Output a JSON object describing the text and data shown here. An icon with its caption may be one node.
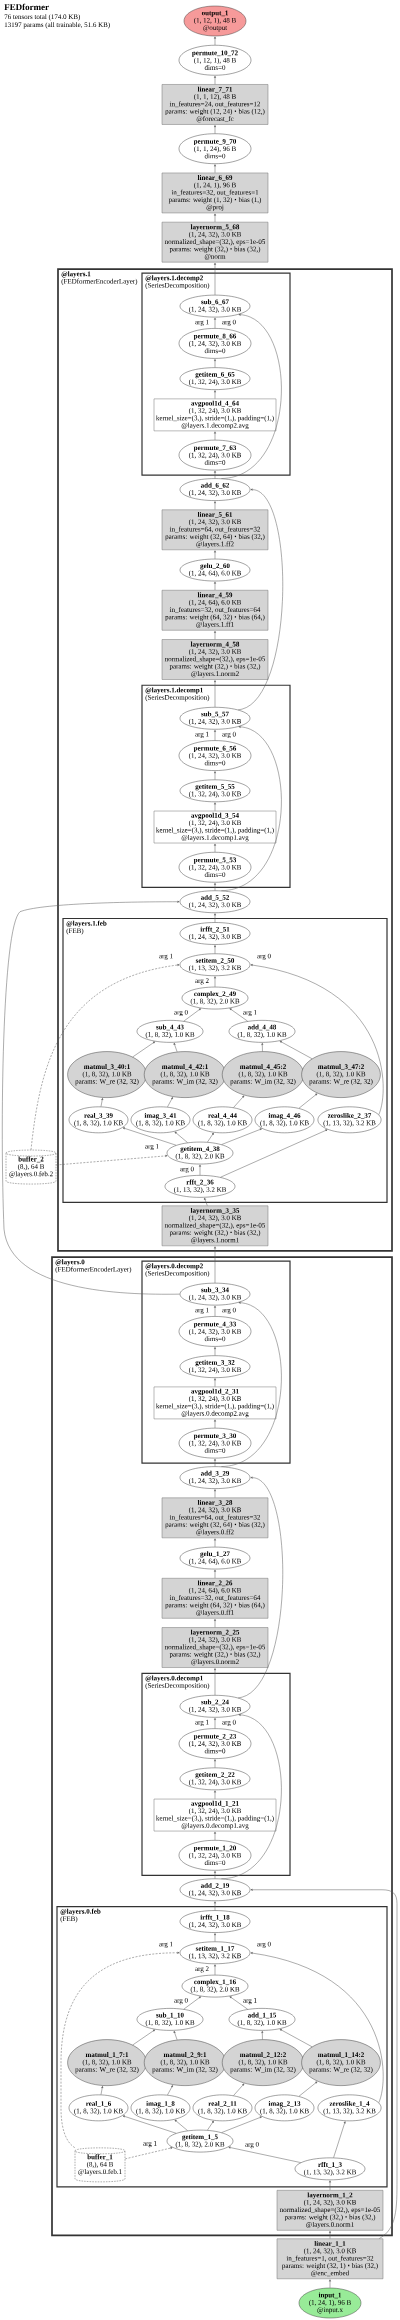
{
  "diagram": {
    "title": "FEDformer",
    "labels": [
      "76 tensors total (174.0 KB)",
      "13197 params (all trainable, 51.6 KB)"
    ],
    "nodes": [
      {
        "text": [
          "output_1",
          "(1, 12, 1), 48 B",
          "@output"
        ]
      },
      {
        "text": [
          "permute_10_72",
          "(1, 12, 1), 48 B",
          "dims=0"
        ]
      },
      {
        "text": [
          "linear_7_71",
          "(1, 1, 12), 48 B",
          "in_features=24, out_features=12",
          "params: weight (12, 24) · bias (12,)",
          "@forecast_fc"
        ]
      },
      {
        "text": [
          "permute_9_70",
          "(1, 1, 24), 96 B",
          "dims=0"
        ]
      },
      {
        "text": [
          "linear_6_69",
          "(1, 24, 1), 96 B",
          "in_features=32, out_features=1",
          "params: weight (1, 32) · bias (1,)",
          "@proj"
        ]
      },
      {
        "text": [
          "layernorm_5_68",
          "(1, 24, 32), 3.0 KB",
          "normalized_shape=(32,), eps=1e-05",
          "params: weight (32,) · bias (32,)",
          "@norm"
        ]
      },
      {
        "text": [
          "@layers.1",
          "(FEDformerEncoderLayer)"
        ]
      },
      {
        "text": [
          "@layers.1.decomp2",
          "(SeriesDecomposition)"
        ],
        "in": 6
      },
      {
        "text": [
          "sub_6_67",
          "(1, 24, 32), 3.0 KB"
        ],
        "in": 7
      },
      {
        "text": [
          "permute_8_66",
          "(1, 24, 32), 3.0 KB",
          "dims=0"
        ],
        "in": 7
      },
      {
        "text": [
          "getitem_6_65",
          "(1, 32, 24), 3.0 KB"
        ],
        "in": 7
      },
      {
        "text": [
          "avgpool1d_4_64",
          "(1, 32, 24), 3.0 KB",
          "kernel_size=(3,), stride=(1,), padding=(1,)",
          "@layers.1.decomp2.avg"
        ],
        "in": 7
      },
      {
        "text": [
          "permute_7_63",
          "(1, 32, 24), 3.0 KB",
          "dims=0"
        ],
        "in": 7
      },
      {
        "text": [
          "add_6_62",
          "(1, 24, 32), 3.0 KB"
        ],
        "in": 6
      },
      {
        "text": [
          "linear_5_61",
          "(1, 24, 32), 3.0 KB",
          "in_features=64, out_features=32",
          "params: weight (32, 64) · bias (32,)",
          "@layers.1.ff2"
        ],
        "in": 6
      },
      {
        "text": [
          "gelu_2_60",
          "(1, 24, 64), 6.0 KB"
        ],
        "in": 6
      },
      {
        "text": [
          "linear_4_59",
          "(1, 24, 64), 6.0 KB",
          "in_features=32, out_features=64",
          "params: weight (64, 32) · bias (64,)",
          "@layers.1.ff1"
        ],
        "in": 6
      },
      {
        "text": [
          "layernorm_4_58",
          "(1, 24, 32), 3.0 KB",
          "normalized_shape=(32,), eps=1e-05",
          "params: weight (32,) · bias (32,)",
          "@layers.1.norm2"
        ],
        "in": 6
      },
      {
        "text": [
          "@layers.1.decomp1",
          "(SeriesDecomposition)"
        ],
        "in": 6
      },
      {
        "text": [
          "sub_5_57",
          "(1, 24, 32), 3.0 KB"
        ],
        "in": 18
      },
      {
        "text": [
          "permute_6_56",
          "(1, 24, 32), 3.0 KB",
          "dims=0"
        ],
        "in": 18
      },
      {
        "text": [
          "getitem_5_55",
          "(1, 32, 24), 3.0 KB"
        ],
        "in": 18
      },
      {
        "text": [
          "avgpool1d_3_54",
          "(1, 32, 24), 3.0 KB",
          "kernel_size=(3,), stride=(1,), padding=(1,)",
          "@layers.1.decomp1.avg"
        ],
        "in": 18
      },
      {
        "text": [
          "permute_5_53",
          "(1, 32, 24), 3.0 KB",
          "dims=0"
        ],
        "in": 18
      },
      {
        "text": [
          "add_5_52",
          "(1, 24, 32), 3.0 KB"
        ],
        "in": 6
      },
      {
        "text": [
          "@layers.1.feb",
          "(FEB)"
        ],
        "in": 6
      },
      {
        "text": [
          "irfft_2_51",
          "(1, 24, 32), 3.0 KB"
        ],
        "in": 25
      },
      {
        "text": [
          "setitem_2_50",
          "(1, 13, 32), 3.2 KB"
        ],
        "in": 25
      },
      {
        "text": [
          "complex_2_49",
          "(1, 8, 32), 2.0 KB"
        ],
        "in": 25
      },
      {
        "text": [
          "sub_4_43",
          "(1, 8, 32), 1.0 KB"
        ],
        "in": 25
      },
      {
        "text": [
          "add_4_48",
          "(1, 8, 32), 1.0 KB"
        ],
        "in": 25
      },
      {
        "text": [
          "matmul_3_40:1",
          "(1, 8, 32), 1.0 KB",
          "params: W_re (32, 32)"
        ],
        "in": 25
      },
      {
        "text": [
          "matmul_4_42:1",
          "(1, 8, 32), 1.0 KB",
          "params: W_im (32, 32)"
        ],
        "in": 25
      },
      {
        "text": [
          "matmul_4_45:2",
          "(1, 8, 32), 1.0 KB",
          "params: W_im (32, 32)"
        ],
        "in": 25
      },
      {
        "text": [
          "matmul_3_47:2",
          "(1, 8, 32), 1.0 KB",
          "params: W_re (32, 32)"
        ],
        "in": 25
      },
      {
        "text": [
          "real_3_39",
          "(1, 8, 32), 1.0 KB"
        ],
        "in": 25
      },
      {
        "text": [
          "imag_3_41",
          "(1, 8, 32), 1.0 KB"
        ],
        "in": 25
      },
      {
        "text": [
          "real_4_44",
          "(1, 8, 32), 1.0 KB"
        ],
        "in": 25
      },
      {
        "text": [
          "imag_4_46",
          "(1, 8, 32), 1.0 KB"
        ],
        "in": 25
      },
      {
        "text": [
          "zeroslike_2_37",
          "(1, 13, 32), 3.2 KB"
        ],
        "in": 25
      },
      {
        "text": [
          "getitem_4_38",
          "(1, 8, 32), 2.0 KB"
        ],
        "in": 25
      },
      {
        "text": [
          "rfft_2_36",
          "(1, 13, 32), 3.2 KB"
        ],
        "in": 25
      },
      {
        "text": [
          "buffer_2",
          "(8,), 64 B",
          "@layers.0.feb.2"
        ]
      },
      {
        "text": [
          "layernorm_3_35",
          "(1, 24, 32), 3.0 KB",
          "normalized_shape=(32,), eps=1e-05",
          "params: weight (32,) · bias (32,)",
          "@layers.1.norm1"
        ],
        "in": 6
      },
      {
        "text": [
          "@layers.0",
          "(FEDformerEncoderLayer)"
        ]
      },
      {
        "text": [
          "@layers.0.decomp2",
          "(SeriesDecomposition)"
        ],
        "in": 44
      },
      {
        "text": [
          "sub_3_34",
          "(1, 24, 32), 3.0 KB"
        ],
        "in": 45
      },
      {
        "text": [
          "permute_4_33",
          "(1, 24, 32), 3.0 KB",
          "dims=0"
        ],
        "in": 45
      },
      {
        "text": [
          "getitem_3_32",
          "(1, 32, 24), 3.0 KB"
        ],
        "in": 45
      },
      {
        "text": [
          "avgpool1d_2_31",
          "(1, 32, 24), 3.0 KB",
          "kernel_size=(3,), stride=(1,), padding=(1,)",
          "@layers.0.decomp2.avg"
        ],
        "in": 45
      },
      {
        "text": [
          "permute_3_30",
          "(1, 32, 24), 3.0 KB",
          "dims=0"
        ],
        "in": 45
      },
      {
        "text": [
          "add_3_29",
          "(1, 24, 32), 3.0 KB"
        ],
        "in": 44
      },
      {
        "text": [
          "linear_3_28",
          "(1, 24, 32), 3.0 KB",
          "in_features=64, out_features=32",
          "params: weight (32, 64) · bias (32,)",
          "@layers.0.ff2"
        ],
        "in": 44
      },
      {
        "text": [
          "gelu_1_27",
          "(1, 24, 64), 6.0 KB"
        ],
        "in": 44
      },
      {
        "text": [
          "linear_2_26",
          "(1, 24, 64), 6.0 KB",
          "in_features=32, out_features=64",
          "params: weight (64, 32) · bias (64,)",
          "@layers.0.ff1"
        ],
        "in": 44
      },
      {
        "text": [
          "layernorm_2_25",
          "(1, 24, 32), 3.0 KB",
          "normalized_shape=(32,), eps=1e-05",
          "params: weight (32,) · bias (32,)",
          "@layers.0.norm2"
        ],
        "in": 44
      },
      {
        "text": [
          "@layers.0.decomp1",
          "(SeriesDecomposition)"
        ],
        "in": 44
      },
      {
        "text": [
          "sub_2_24",
          "(1, 24, 32), 3.0 KB"
        ],
        "in": 56
      },
      {
        "text": [
          "permute_2_23",
          "(1, 24, 32), 3.0 KB",
          "dims=0"
        ],
        "in": 56
      },
      {
        "text": [
          "getitem_2_22",
          "(1, 32, 24), 3.0 KB"
        ],
        "in": 56
      },
      {
        "text": [
          "avgpool1d_1_21",
          "(1, 32, 24), 3.0 KB",
          "kernel_size=(3,), stride=(1,), padding=(1,)",
          "@layers.0.decomp1.avg"
        ],
        "in": 56
      },
      {
        "text": [
          "permute_1_20",
          "(1, 32, 24), 3.0 KB",
          "dims=0"
        ],
        "in": 56
      },
      {
        "text": [
          "add_2_19",
          "(1, 24, 32), 3.0 KB"
        ],
        "in": 44
      },
      {
        "text": [
          "@layers.0.feb",
          "(FEB)"
        ],
        "in": 44
      },
      {
        "text": [
          "irfft_1_18",
          "(1, 24, 32), 3.0 KB"
        ],
        "in": 63
      },
      {
        "text": [
          "setitem_1_17",
          "(1, 13, 32), 3.2 KB"
        ],
        "in": 63
      },
      {
        "text": [
          "complex_1_16",
          "(1, 8, 32), 2.0 KB"
        ],
        "in": 63
      },
      {
        "text": [
          "sub_1_10",
          "(1, 8, 32), 1.0 KB"
        ],
        "in": 63
      },
      {
        "text": [
          "add_1_15",
          "(1, 8, 32), 1.0 KB"
        ],
        "in": 63
      },
      {
        "text": [
          "matmul_1_7:1",
          "(1, 8, 32), 1.0 KB",
          "params: W_re (32, 32)"
        ],
        "in": 63
      },
      {
        "text": [
          "matmul_2_9:1",
          "(1, 8, 32), 1.0 KB",
          "params: W_im (32, 32)"
        ],
        "in": 63
      },
      {
        "text": [
          "matmul_2_12:2",
          "(1, 8, 32), 1.0 KB",
          "params: W_im (32, 32)"
        ],
        "in": 63
      },
      {
        "text": [
          "matmul_1_14:2",
          "(1, 8, 32), 1.0 KB",
          "params: W_re (32, 32)"
        ],
        "in": 63
      },
      {
        "text": [
          "real_1_6",
          "(1, 8, 32), 1.0 KB"
        ],
        "in": 63
      },
      {
        "text": [
          "imag_1_8",
          "(1, 8, 32), 1.0 KB"
        ],
        "in": 63
      },
      {
        "text": [
          "real_2_11",
          "(1, 8, 32), 1.0 KB"
        ],
        "in": 63
      },
      {
        "text": [
          "imag_2_13",
          "(1, 8, 32), 1.0 KB"
        ],
        "in": 63
      },
      {
        "text": [
          "zeroslike_1_4",
          "(1, 13, 32), 3.2 KB"
        ],
        "in": 63
      },
      {
        "text": [
          "getitem_1_5",
          "(1, 8, 32), 2.0 KB"
        ],
        "in": 63
      },
      {
        "text": [
          "buffer_1",
          "(8,), 64 B",
          "@layers.0.feb.1"
        ],
        "in": 63
      },
      {
        "text": [
          "rfft_1_3",
          "(1, 13, 32), 3.2 KB"
        ],
        "in": 63
      },
      {
        "text": [
          "layernorm_1_2",
          "(1, 24, 32), 3.0 KB",
          "normalized_shape=(32,), eps=1e-05",
          "params: weight (32,) · bias (32,)",
          "@layers.0.norm1"
        ],
        "in": 44
      },
      {
        "text": [
          "linear_1_1",
          "(1, 24, 32), 3.0 KB",
          "in_features=1, out_features=32",
          "params: weight (32, 1) · bias (32,)",
          "@enc_embed"
        ]
      },
      {
        "text": [
          "input_1",
          "(1, 24, 1), 96 B",
          "@input.x"
        ]
      }
    ],
    "edges": [
      {
        "from": 83,
        "to": 82,
        "arrow": "to"
      },
      {
        "from": 82,
        "to": 81,
        "arrow": "to"
      },
      {
        "from": 82,
        "to": 62,
        "arrow": "to"
      },
      {
        "from": 81,
        "to": 80,
        "arrow": "to"
      },
      {
        "from": 80,
        "to": 77,
        "arrow": "to"
      },
      {
        "from": 80,
        "to": 78,
        "arrow": "to",
        "label": "arg 0"
      },
      {
        "from": 79,
        "to": 78,
        "arrow": "to",
        "label": "arg 1",
        "style": "dashed"
      },
      {
        "from": 79,
        "to": 65,
        "arrow": "to",
        "label": "arg 1",
        "style": "dashed"
      },
      {
        "from": 78,
        "to": 73,
        "arrow": "to"
      },
      {
        "from": 78,
        "to": 74,
        "arrow": "to"
      },
      {
        "from": 78,
        "to": 75,
        "arrow": "to"
      },
      {
        "from": 78,
        "to": 76,
        "arrow": "to"
      },
      {
        "from": 73,
        "to": 69,
        "arrow": "to"
      },
      {
        "from": 74,
        "to": 70,
        "arrow": "to"
      },
      {
        "from": 75,
        "to": 71,
        "arrow": "to"
      },
      {
        "from": 76,
        "to": 72,
        "arrow": "to"
      },
      {
        "from": 69,
        "to": 67,
        "arrow": "to"
      },
      {
        "from": 70,
        "to": 67,
        "arrow": "to"
      },
      {
        "from": 71,
        "to": 68,
        "arrow": "to"
      },
      {
        "from": 72,
        "to": 68,
        "arrow": "to"
      },
      {
        "from": 67,
        "to": 66,
        "arrow": "to",
        "label": "arg 0"
      },
      {
        "from": 68,
        "to": 66,
        "arrow": "to",
        "label": "arg 1"
      },
      {
        "from": 66,
        "to": 65,
        "arrow": "to",
        "label": "arg 2"
      },
      {
        "from": 77,
        "to": 65,
        "arrow": "to",
        "label": "arg 0"
      },
      {
        "from": 65,
        "to": 64,
        "arrow": "to"
      },
      {
        "from": 64,
        "to": 62,
        "arrow": "to"
      },
      {
        "from": 62,
        "to": 61,
        "arrow": "to"
      },
      {
        "from": 62,
        "to": 57,
        "arrow": "to",
        "label": "arg 0"
      },
      {
        "from": 61,
        "to": 60,
        "arrow": "to"
      },
      {
        "from": 60,
        "to": 59,
        "arrow": "to"
      },
      {
        "from": 59,
        "to": 58,
        "arrow": "to"
      },
      {
        "from": 58,
        "to": 57,
        "arrow": "to",
        "label": "arg 1"
      },
      {
        "from": 57,
        "to": 55,
        "arrow": "to"
      },
      {
        "from": 57,
        "to": 51,
        "arrow": "to"
      },
      {
        "from": 55,
        "to": 54,
        "arrow": "to"
      },
      {
        "from": 54,
        "to": 53,
        "arrow": "to"
      },
      {
        "from": 53,
        "to": 52,
        "arrow": "to"
      },
      {
        "from": 52,
        "to": 51,
        "arrow": "to"
      },
      {
        "from": 51,
        "to": 50,
        "arrow": "to"
      },
      {
        "from": 51,
        "to": 46,
        "arrow": "to",
        "label": "arg 0"
      },
      {
        "from": 50,
        "to": 49,
        "arrow": "to"
      },
      {
        "from": 49,
        "to": 48,
        "arrow": "to"
      },
      {
        "from": 48,
        "to": 47,
        "arrow": "to"
      },
      {
        "from": 47,
        "to": 46,
        "arrow": "to",
        "label": "arg 1"
      },
      {
        "from": 46,
        "to": 43,
        "arrow": "to"
      },
      {
        "from": 46,
        "to": 24,
        "arrow": "to"
      },
      {
        "from": 43,
        "to": 41,
        "arrow": "to"
      },
      {
        "from": 41,
        "to": 40,
        "arrow": "to",
        "label": "arg 0"
      },
      {
        "from": 41,
        "to": 39,
        "arrow": "to"
      },
      {
        "from": 42,
        "to": 40,
        "arrow": "to",
        "label": "arg 1",
        "style": "dashed"
      },
      {
        "from": 42,
        "to": 27,
        "arrow": "to",
        "label": "arg 1",
        "style": "dashed"
      },
      {
        "from": 40,
        "to": 35,
        "arrow": "to"
      },
      {
        "from": 40,
        "to": 36,
        "arrow": "to"
      },
      {
        "from": 40,
        "to": 37,
        "arrow": "to"
      },
      {
        "from": 40,
        "to": 38,
        "arrow": "to"
      },
      {
        "from": 35,
        "to": 31,
        "arrow": "to"
      },
      {
        "from": 36,
        "to": 32,
        "arrow": "to"
      },
      {
        "from": 37,
        "to": 33,
        "arrow": "to"
      },
      {
        "from": 38,
        "to": 34,
        "arrow": "to"
      },
      {
        "from": 31,
        "to": 29,
        "arrow": "to"
      },
      {
        "from": 32,
        "to": 29,
        "arrow": "to"
      },
      {
        "from": 33,
        "to": 30,
        "arrow": "to"
      },
      {
        "from": 34,
        "to": 30,
        "arrow": "to"
      },
      {
        "from": 29,
        "to": 28,
        "arrow": "to",
        "label": "arg 0"
      },
      {
        "from": 30,
        "to": 28,
        "arrow": "to",
        "label": "arg 1"
      },
      {
        "from": 28,
        "to": 27,
        "arrow": "to",
        "label": "arg 2"
      },
      {
        "from": 39,
        "to": 27,
        "arrow": "to",
        "label": "arg 0"
      },
      {
        "from": 27,
        "to": 26,
        "arrow": "to"
      },
      {
        "from": 26,
        "to": 24,
        "arrow": "to"
      },
      {
        "from": 24,
        "to": 23,
        "arrow": "to"
      },
      {
        "from": 24,
        "to": 19,
        "arrow": "to",
        "label": "arg 0"
      },
      {
        "from": 23,
        "to": 22,
        "arrow": "to"
      },
      {
        "from": 22,
        "to": 21,
        "arrow": "to"
      },
      {
        "from": 21,
        "to": 20,
        "arrow": "to"
      },
      {
        "from": 20,
        "to": 19,
        "arrow": "to",
        "label": "arg 1"
      },
      {
        "from": 19,
        "to": 17,
        "arrow": "to"
      },
      {
        "from": 19,
        "to": 13,
        "arrow": "to"
      },
      {
        "from": 17,
        "to": 16,
        "arrow": "to"
      },
      {
        "from": 16,
        "to": 15,
        "arrow": "to"
      },
      {
        "from": 15,
        "to": 14,
        "arrow": "to"
      },
      {
        "from": 14,
        "to": 13,
        "arrow": "to"
      },
      {
        "from": 13,
        "to": 12,
        "arrow": "to"
      },
      {
        "from": 13,
        "to": 8,
        "arrow": "to",
        "label": "arg 0"
      },
      {
        "from": 12,
        "to": 11,
        "arrow": "to"
      },
      {
        "from": 11,
        "to": 10,
        "arrow": "to"
      },
      {
        "from": 10,
        "to": 9,
        "arrow": "to"
      },
      {
        "from": 9,
        "to": 8,
        "arrow": "to",
        "label": "arg 1"
      },
      {
        "from": 8,
        "to": 5,
        "arrow": "to"
      },
      {
        "from": 5,
        "to": 4,
        "arrow": "to"
      },
      {
        "from": 4,
        "to": 3,
        "arrow": "to"
      },
      {
        "from": 3,
        "to": 2,
        "arrow": "to"
      },
      {
        "from": 2,
        "to": 1,
        "arrow": "to"
      },
      {
        "from": 1,
        "to": 0,
        "arrow": "to"
      }
    ]
  }
}
